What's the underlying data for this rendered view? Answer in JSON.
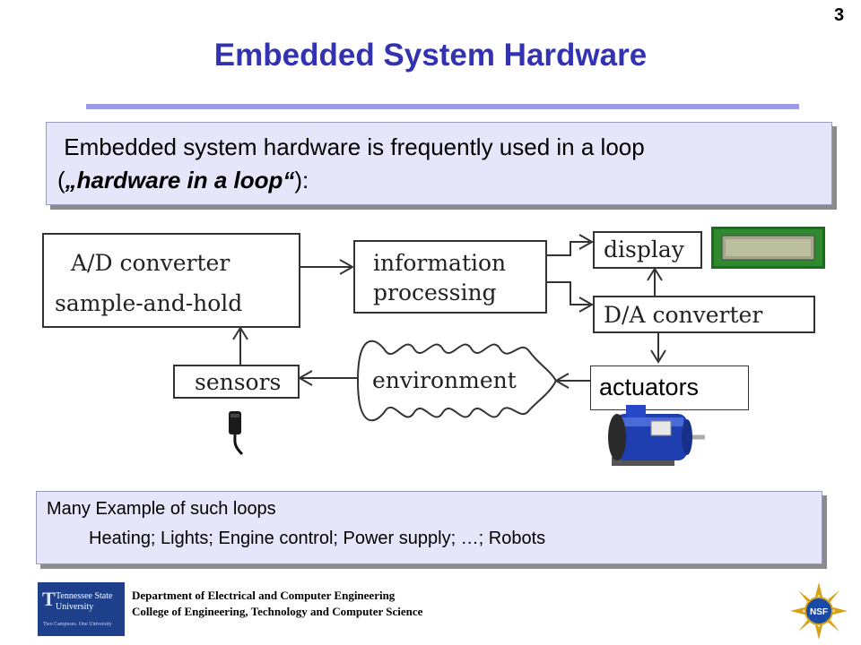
{
  "slide_number": "3",
  "title": "Embedded System Hardware",
  "intro": {
    "line1": " Embedded system hardware is frequently used in a loop",
    "open_paren": "(",
    "quote_open": "„",
    "emphasis": "hardware in a loop",
    "quote_close": "“",
    "close": "):"
  },
  "diagram": {
    "ad_converter": "A/D converter",
    "sample_and_hold": "sample-and-hold",
    "information": "information",
    "processing": "processing",
    "display": "display",
    "da_converter": "D/A converter",
    "sensors": "sensors",
    "environment": "environment",
    "actuators": "actuators"
  },
  "examples": {
    "heading": "Many Example of such loops",
    "items": "Heating; Lights; Engine control; Power supply; …; Robots"
  },
  "footer": {
    "department": "Department of Electrical and Computer Engineering",
    "college": "College of Engineering, Technology and Computer Science",
    "logo_name": "Tennessee State University",
    "logo_tagline": "Two Campuses. One University",
    "nsf_logo": "NSF"
  },
  "colors": {
    "title": "#3333b2",
    "rule": "#9a9ae8",
    "callout_fill": "#e6e6fa",
    "logo_blue": "#1e3f8a",
    "nsf_blue": "#1a4aa8",
    "nsf_gold": "#d6a21a"
  },
  "icons": [
    "microphone-sensor-icon",
    "lcd-display-photo",
    "electric-motor-photo",
    "tsu-logo",
    "nsf-logo"
  ]
}
